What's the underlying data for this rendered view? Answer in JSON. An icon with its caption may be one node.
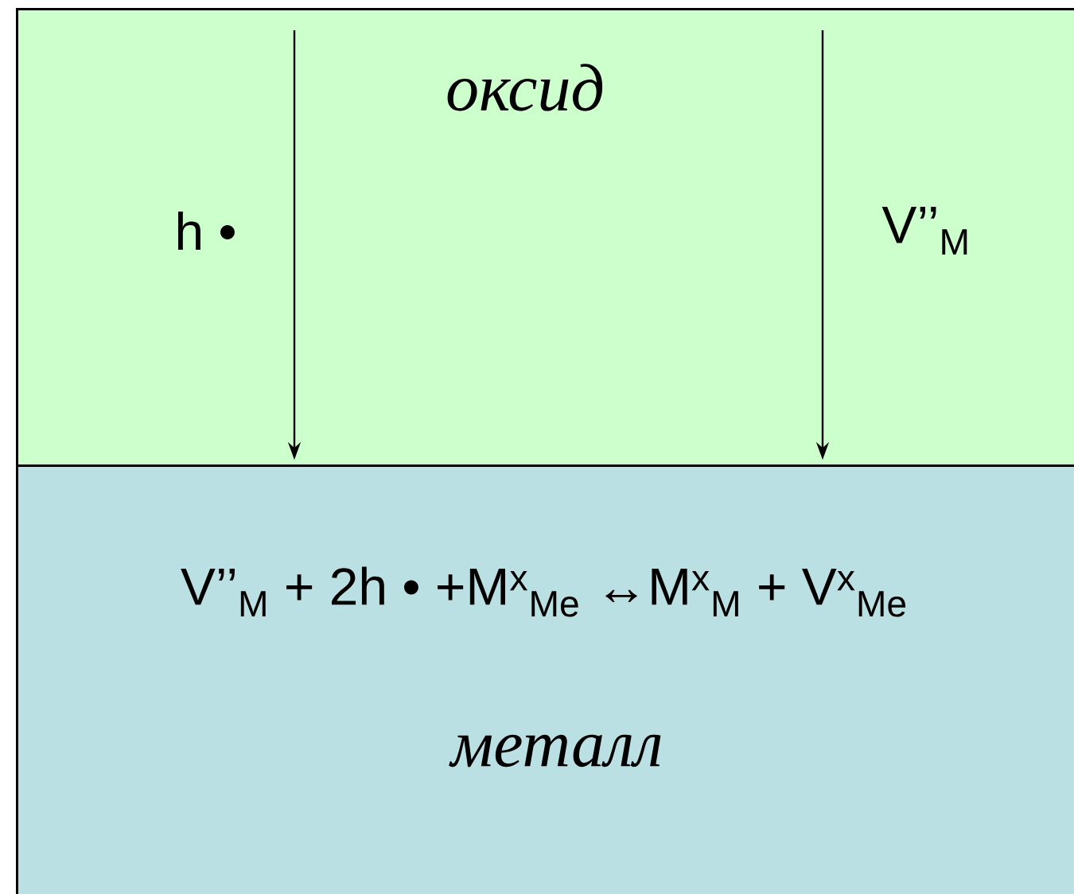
{
  "diagram": {
    "nodes": [
      {
        "text": [
          "оксид"
        ]
      },
      {
        "text": [
          "V’’$_{M}$ + 2h • +M$^{x}$$_{Me}$ ↔M$^{x}$$_{M}$ + V$^{x}$$_{Me}$",
          "металл"
        ]
      }
    ],
    "edges": [
      {
        "from": 0,
        "to": 1,
        "arrow": "to",
        "label": "h •"
      },
      {
        "from": 0,
        "to": 1,
        "arrow": "to",
        "label": "V’’$_{M}$"
      }
    ]
  }
}
